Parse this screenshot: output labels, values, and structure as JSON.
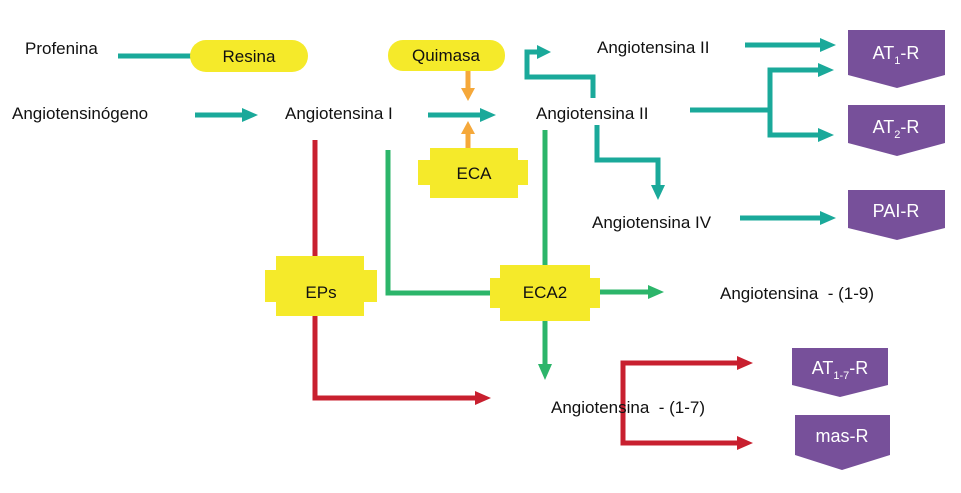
{
  "colors": {
    "teal": "#1aa99a",
    "green": "#2cb56a",
    "red": "#c8202f",
    "orange": "#f5a83a",
    "yellow": "#f5ea2a",
    "purple": "#77509a"
  },
  "nodes": {
    "profenina": "Profenina",
    "angiotensinogeno": "Angiotensinógeno",
    "angiotensina_i": "Angiotensina I",
    "angiotensina_ii_main": "Angiotensina II",
    "angiotensina_ii_top": "Angiotensina II",
    "angiotensina_iv": "Angiotensina IV",
    "angiotensina_1_9": "Angiotensina  - (1-9)",
    "angiotensina_1_7": "Angiotensina  - (1-7)"
  },
  "enzymes": {
    "resina": "Resina",
    "quimasa": "Quimasa",
    "eca": "ECA",
    "eps": "EPs",
    "eca2": "ECA2"
  },
  "receptors": {
    "at1": {
      "base": "AT",
      "sub": "1",
      "suffix": "-R"
    },
    "at2": {
      "base": "AT",
      "sub": "2",
      "suffix": "-R"
    },
    "pai": {
      "label": "PAI-R"
    },
    "at17": {
      "base": "AT",
      "sub": "1-7",
      "suffix": "-R"
    },
    "mas": {
      "label": "mas-R"
    }
  }
}
